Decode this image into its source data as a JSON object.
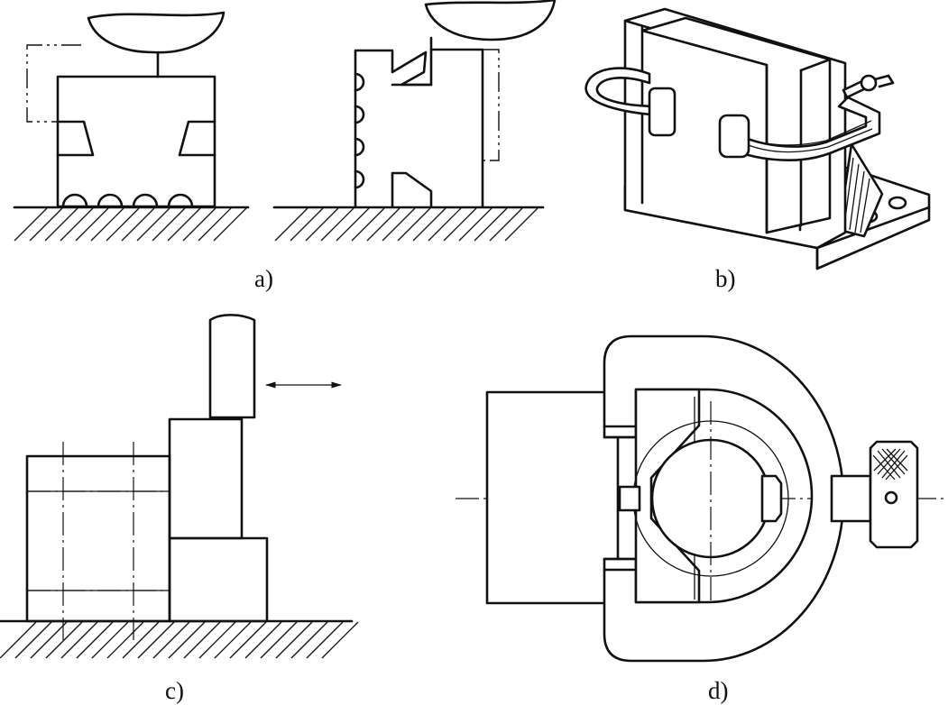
{
  "panels": [
    {
      "id": "a",
      "caption": "a)"
    },
    {
      "id": "b",
      "caption": "b)"
    },
    {
      "id": "c",
      "caption": "c)"
    },
    {
      "id": "d",
      "caption": "d)"
    }
  ]
}
